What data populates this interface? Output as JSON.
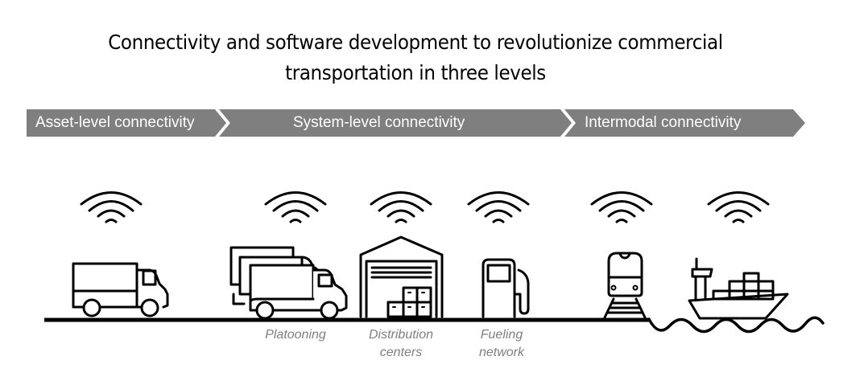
{
  "title": {
    "line1": "Connectivity and software development to revolutionize commercial",
    "line2": "transportation in three levels"
  },
  "bands": [
    {
      "label": "Asset-level connectivity"
    },
    {
      "label": "System-level connectivity"
    },
    {
      "label": "Intermodal connectivity"
    }
  ],
  "colors": {
    "band": "#7f7f7f",
    "band_text": "#ffffff",
    "caption": "#7f7f7f",
    "icon_stroke": "#000000"
  },
  "icons": [
    {
      "name": "delivery-truck",
      "caption": ""
    },
    {
      "name": "truck-platoon",
      "caption": "Platooning"
    },
    {
      "name": "warehouse",
      "caption_line1": "Distribution",
      "caption_line2": "centers"
    },
    {
      "name": "fuel-pump",
      "caption_line1": "Fueling",
      "caption_line2": "network"
    },
    {
      "name": "train",
      "caption": ""
    },
    {
      "name": "cargo-ship",
      "caption": ""
    }
  ]
}
